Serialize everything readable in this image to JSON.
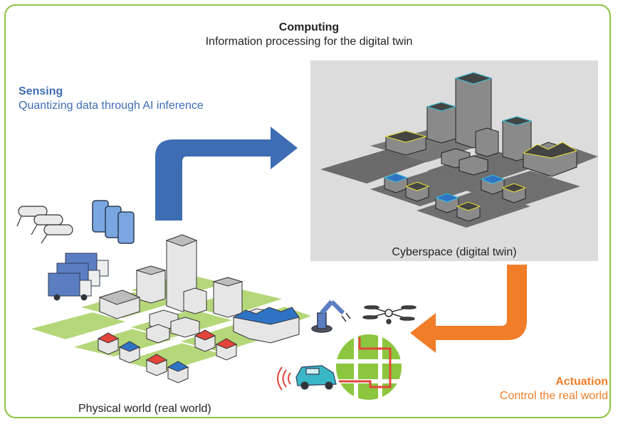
{
  "computing": {
    "title": "Computing",
    "subtitle": "Information processing for the digital twin"
  },
  "sensing": {
    "title": "Sensing",
    "subtitle": "Quantizing data through AI inference"
  },
  "actuation": {
    "title": "Actuation",
    "subtitle": "Control the real world"
  },
  "cyberspace_caption": "Cyberspace (digital twin)",
  "physical_caption": "Physical world (real world)",
  "colors": {
    "frame": "#8cc63f",
    "sensing": "#3e6db3",
    "actuation": "#f07d28",
    "cyber_bg": "#dcdcdc",
    "ground_green": "#b5d77a",
    "roof_red": "#e2453b",
    "roof_blue": "#2f73c5",
    "wire_yellow": "#f2e33b",
    "wire_cyan": "#38c3d9"
  },
  "icons": [
    "camera-icon",
    "tablet-icon",
    "truck-icon",
    "robot-arm-icon",
    "drone-icon",
    "car-icon",
    "map-icon",
    "signal-icon"
  ]
}
